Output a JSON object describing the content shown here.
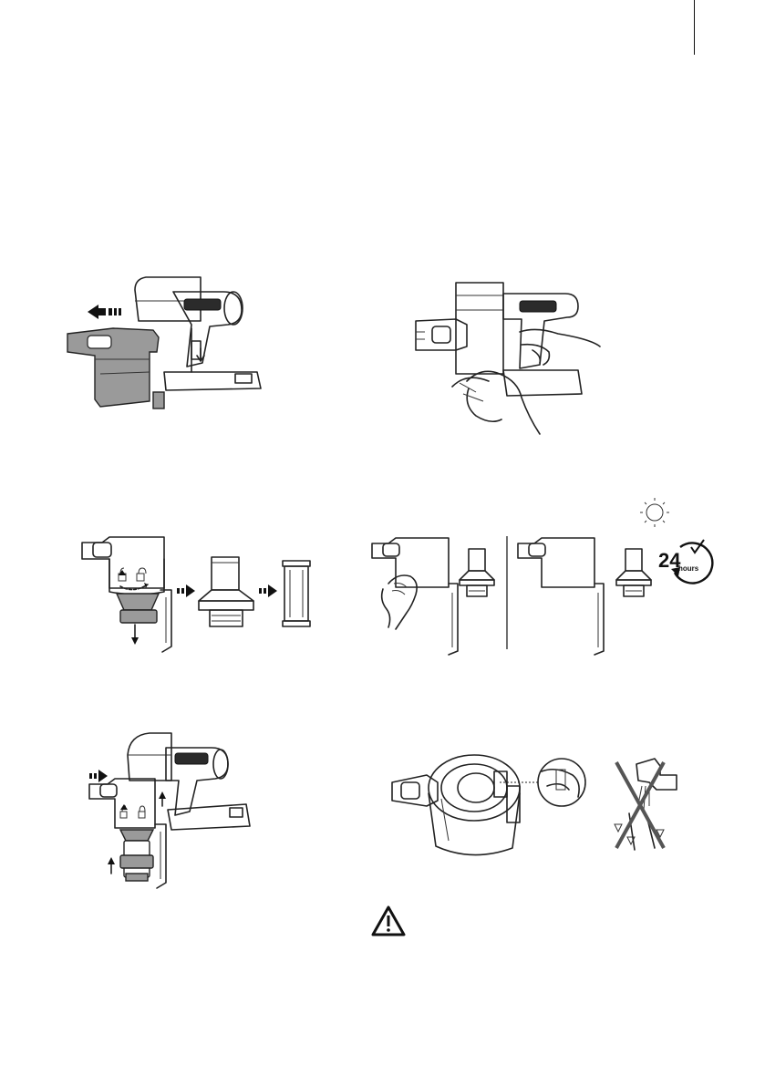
{
  "page": {
    "background": "#ffffff",
    "line_color": "#222222",
    "fill_grey": "#9a9a9a"
  },
  "figures": [
    {
      "name": "detach-dust-container",
      "icon": "vacuum-release-bin"
    },
    {
      "name": "wipe-handle",
      "icon": "vacuum-wipe-cloth"
    },
    {
      "name": "disassemble-filter",
      "icon": "filter-unlock-sequence"
    },
    {
      "name": "wipe-and-dry-filter",
      "icon": "filter-dry"
    },
    {
      "name": "reassemble-container",
      "icon": "vacuum-reattach-bin"
    },
    {
      "name": "check-seal-no-water",
      "icon": "inspect-seal"
    }
  ],
  "drying_badge": {
    "number": "24",
    "unit": "hours",
    "icon": "clock-24h-icon"
  },
  "sun_icon": "sun-icon",
  "prohibition_icon": "cross-out-icon",
  "warning_icon": "warning-triangle-icon"
}
